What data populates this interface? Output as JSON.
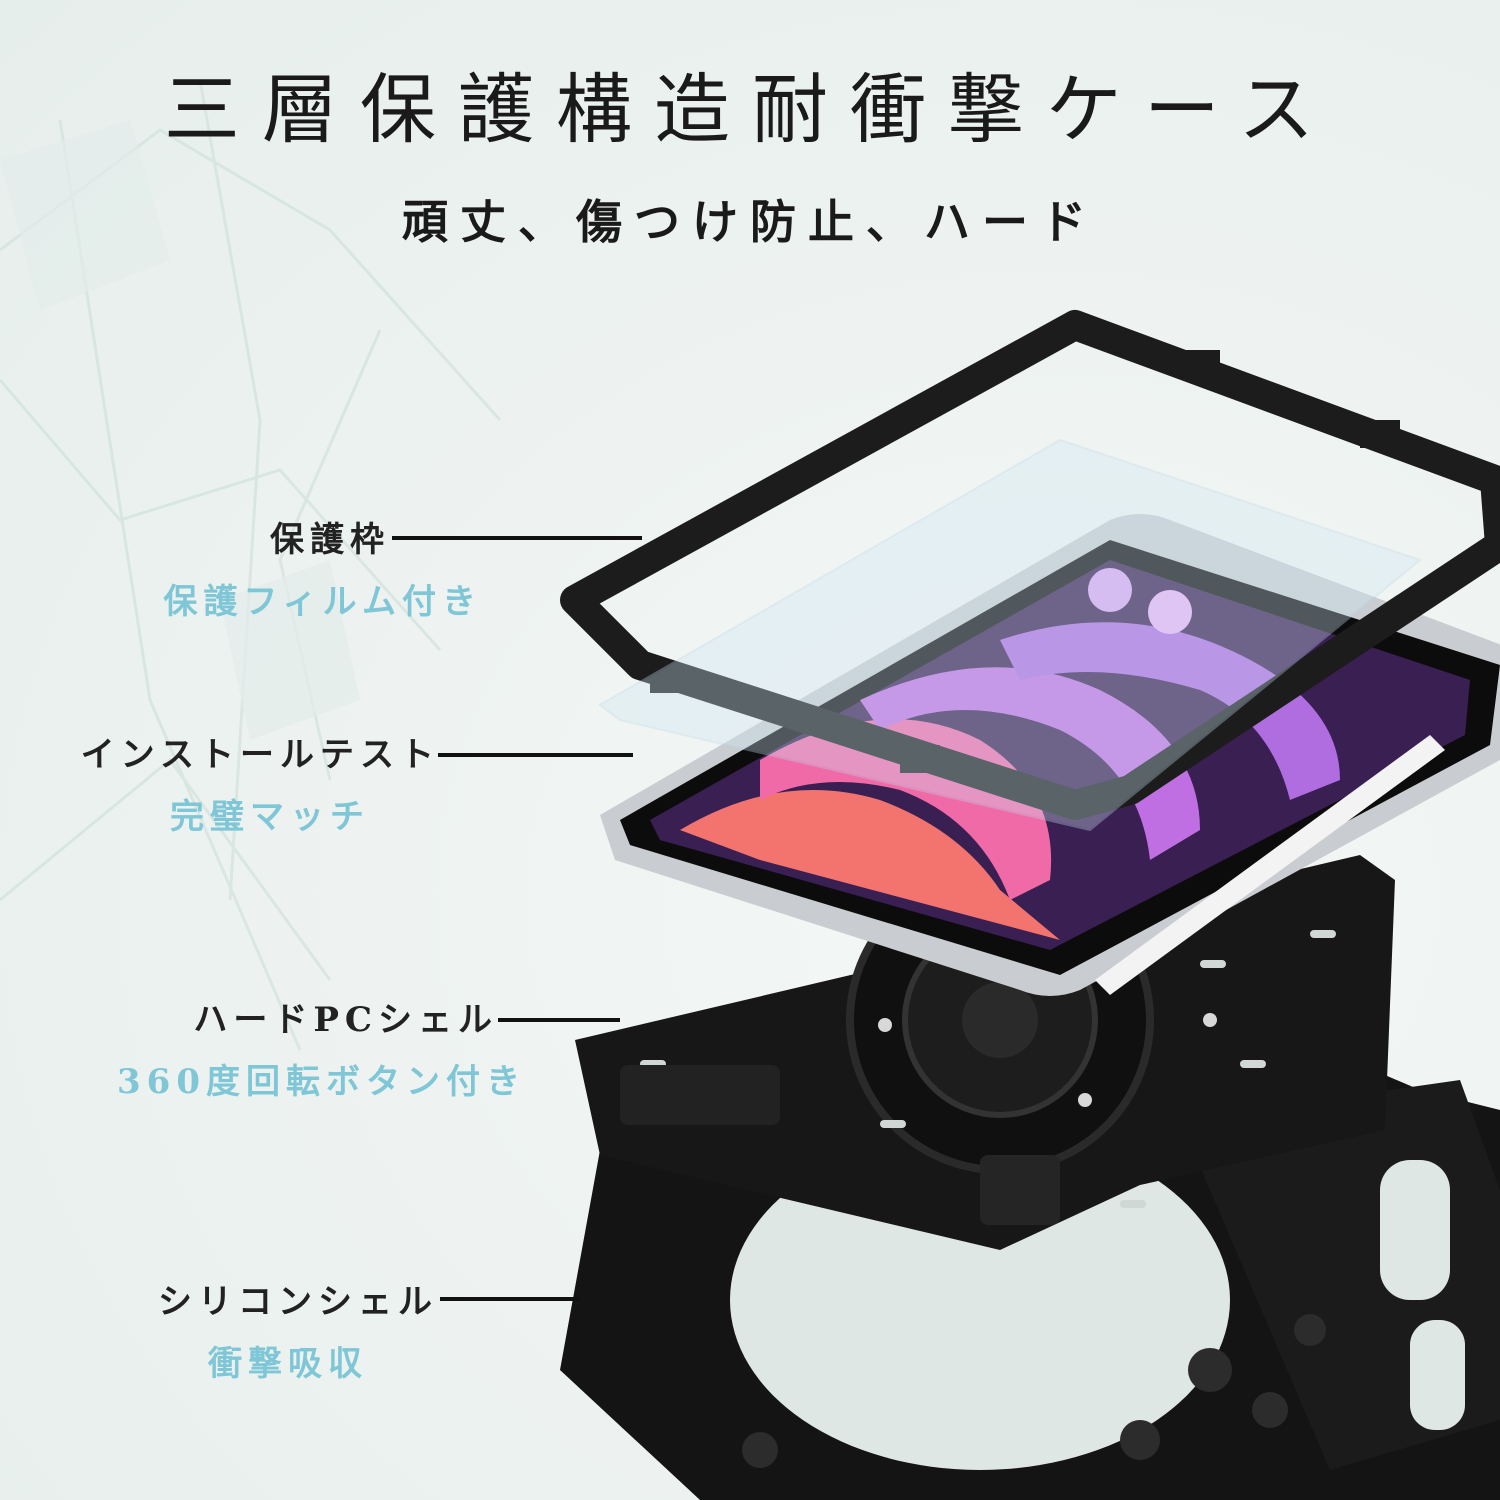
{
  "header": {
    "title": "三層保護構造耐衝撃ケース",
    "subtitle": "頑丈、傷つけ防止、ハード"
  },
  "layers": [
    {
      "main": "保護枠",
      "sub": "保護フィルム付き"
    },
    {
      "main": "インストールテスト",
      "sub": "完璧マッチ"
    },
    {
      "main": "ハードPCシェル",
      "sub": "360度回転ボタン付き"
    },
    {
      "main": "シリコンシェル",
      "sub": "衝撃吸収"
    }
  ],
  "colors": {
    "accent_text": "#7fc6d6",
    "case_black": "#151515",
    "screen_purple": "#b06de0",
    "screen_pink": "#f06aa8"
  },
  "icons": {
    "protective-frame": "frame-shape",
    "tablet": "tablet-shape",
    "pc-shell": "shell-shape",
    "silicone-shell": "silicone-shape"
  }
}
